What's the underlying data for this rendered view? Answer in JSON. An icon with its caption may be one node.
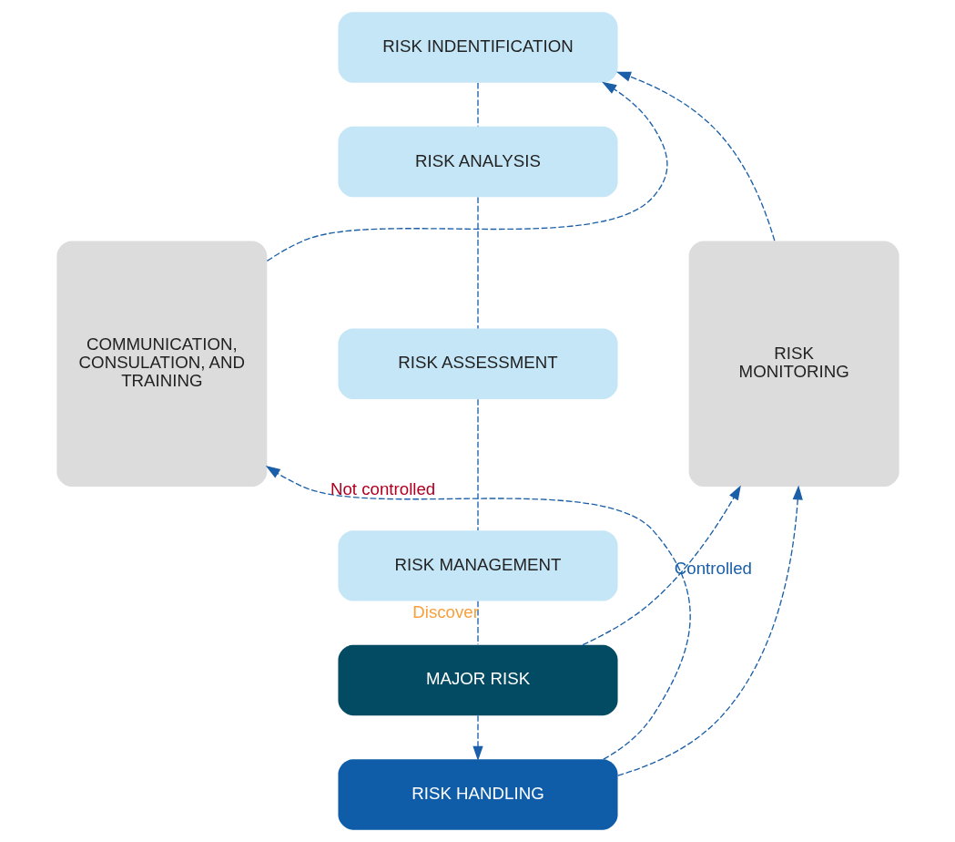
{
  "diagram": {
    "nodes": [
      {
        "text": [
          "RISK INDENTIFICATION"
        ]
      },
      {
        "text": [
          "RISK ANALYSIS"
        ]
      },
      {
        "text": [
          "RISK ASSESSMENT"
        ]
      },
      {
        "text": [
          "RISK MANAGEMENT"
        ]
      },
      {
        "text": [
          "MAJOR RISK"
        ]
      },
      {
        "text": [
          "RISK HANDLING"
        ]
      },
      {
        "text": [
          "COMMUNICATION, CONSULATION, AND TRAINING"
        ]
      },
      {
        "text": [
          "RISK MONITORING"
        ]
      }
    ],
    "edges": [
      {
        "from": 0,
        "to": 1,
        "arrow": "none",
        "style": "dashed"
      },
      {
        "from": 1,
        "to": 2,
        "arrow": "none",
        "style": "dashed"
      },
      {
        "from": 2,
        "to": 3,
        "arrow": "none",
        "style": "dashed"
      },
      {
        "from": 3,
        "to": 4,
        "arrow": "none",
        "style": "dashed",
        "label": "Discover"
      },
      {
        "from": 4,
        "to": 5,
        "arrow": "to",
        "style": "dashed"
      },
      {
        "from": 4,
        "to": 7,
        "arrow": "to",
        "style": "dashed",
        "label": "Controlled"
      },
      {
        "from": 5,
        "to": 6,
        "arrow": "to",
        "style": "dashed",
        "label": "Not controlled"
      },
      {
        "from": 5,
        "to": 7,
        "arrow": "to",
        "style": "dashed"
      },
      {
        "from": 6,
        "to": 0,
        "arrow": "to",
        "style": "dashed"
      },
      {
        "from": 7,
        "to": 0,
        "arrow": "to",
        "style": "dashed"
      }
    ]
  }
}
